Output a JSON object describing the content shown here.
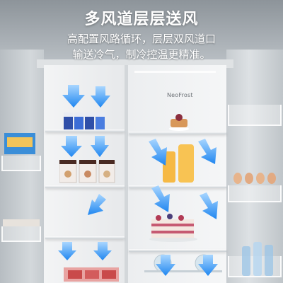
{
  "headline": {
    "title": "多风道层层送风",
    "line1": "高配置风路循环，层层双风道口",
    "line2": "输送冷气，制冷控温更精准。"
  },
  "fridge": {
    "brand_label": "NeoFrost"
  },
  "colors": {
    "arrow_blue": "#2a8ff0",
    "arrow_light": "#8ec8ff",
    "title_text": "#ffffff"
  },
  "icons": [
    "down-arrow-icon",
    "down-right-arrow-icon",
    "down-left-arrow-icon"
  ]
}
